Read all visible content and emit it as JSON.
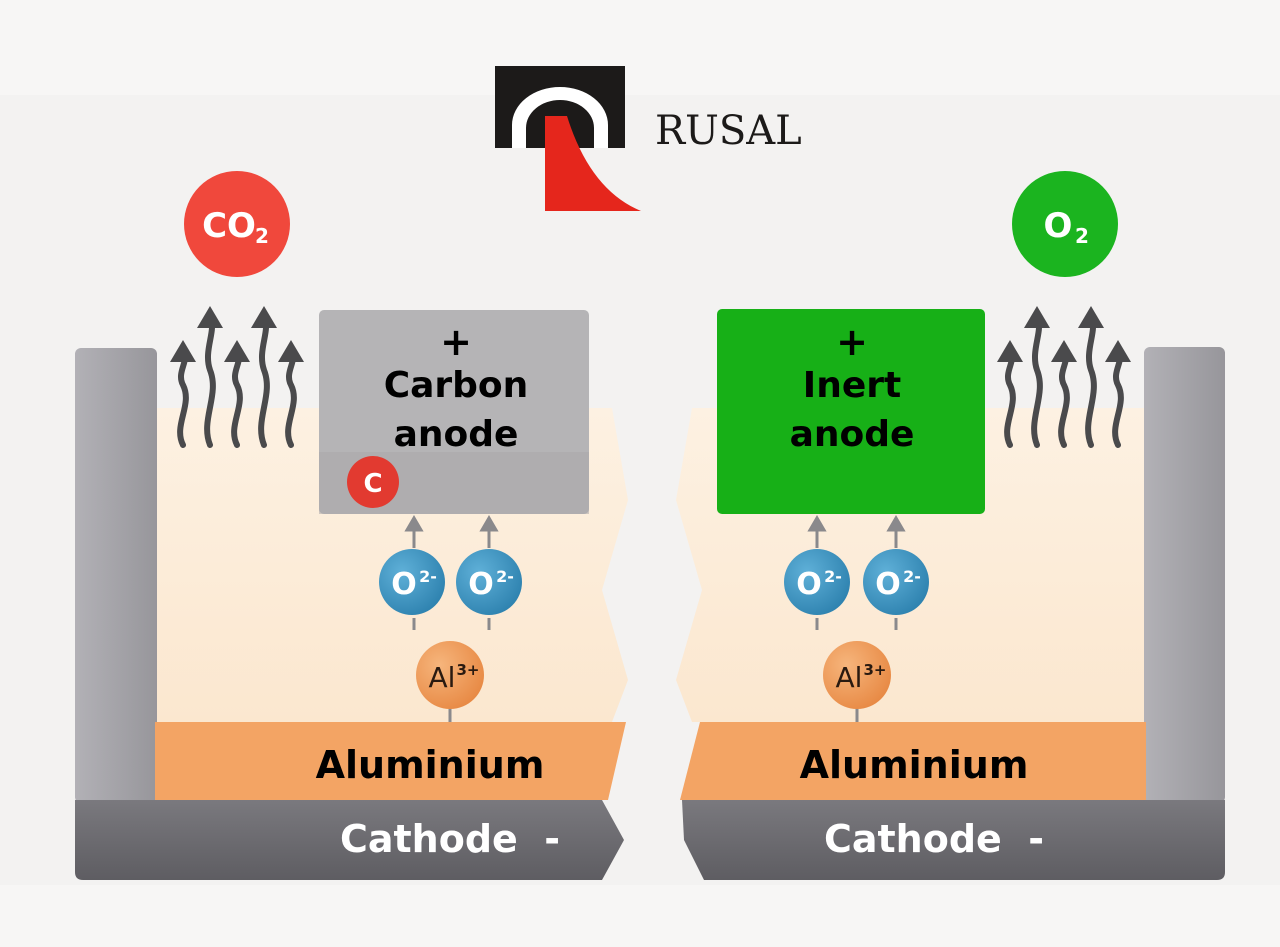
{
  "logo": {
    "brand": "RUSAL",
    "colors": {
      "block": "#1c1a19",
      "accent": "#e5261c"
    }
  },
  "left_cell": {
    "gas": {
      "text": "CO",
      "sub": "2",
      "color": "#f0483c"
    },
    "anode": {
      "sign": "+",
      "line1": "Carbon",
      "line2": "anode",
      "color": "#b5b4b6"
    },
    "carbon_atom": {
      "text": "C",
      "color": "#e23a30"
    },
    "ions": [
      {
        "text": "O",
        "sup": "2-",
        "color": "#3f97c3"
      },
      {
        "text": "O",
        "sup": "2-",
        "color": "#3f97c3"
      }
    ],
    "metal_ion": {
      "text": "Al",
      "sup": "3+",
      "color": "#ef9a5a"
    },
    "metal": {
      "label": "Aluminium",
      "color": "#f3a464"
    },
    "cathode": {
      "label": "Cathode  -",
      "color": "#6c6b70"
    }
  },
  "right_cell": {
    "gas": {
      "text": "O",
      "sub": "2",
      "color": "#1bb41f"
    },
    "anode": {
      "sign": "+",
      "line1": "Inert",
      "line2": "anode",
      "color": "#17b017"
    },
    "ions": [
      {
        "text": "O",
        "sup": "2-",
        "color": "#3f97c3"
      },
      {
        "text": "O",
        "sup": "2-",
        "color": "#3f97c3"
      }
    ],
    "metal_ion": {
      "text": "Al",
      "sup": "3+",
      "color": "#ef9a5a"
    },
    "metal": {
      "label": "Aluminium",
      "color": "#f3a464"
    },
    "cathode": {
      "label": "Cathode  -",
      "color": "#6c6b70"
    }
  },
  "colors": {
    "electrolyte": "#fdebd6",
    "wall": "#a3a2a7",
    "arrow": "#4a4a4c"
  }
}
